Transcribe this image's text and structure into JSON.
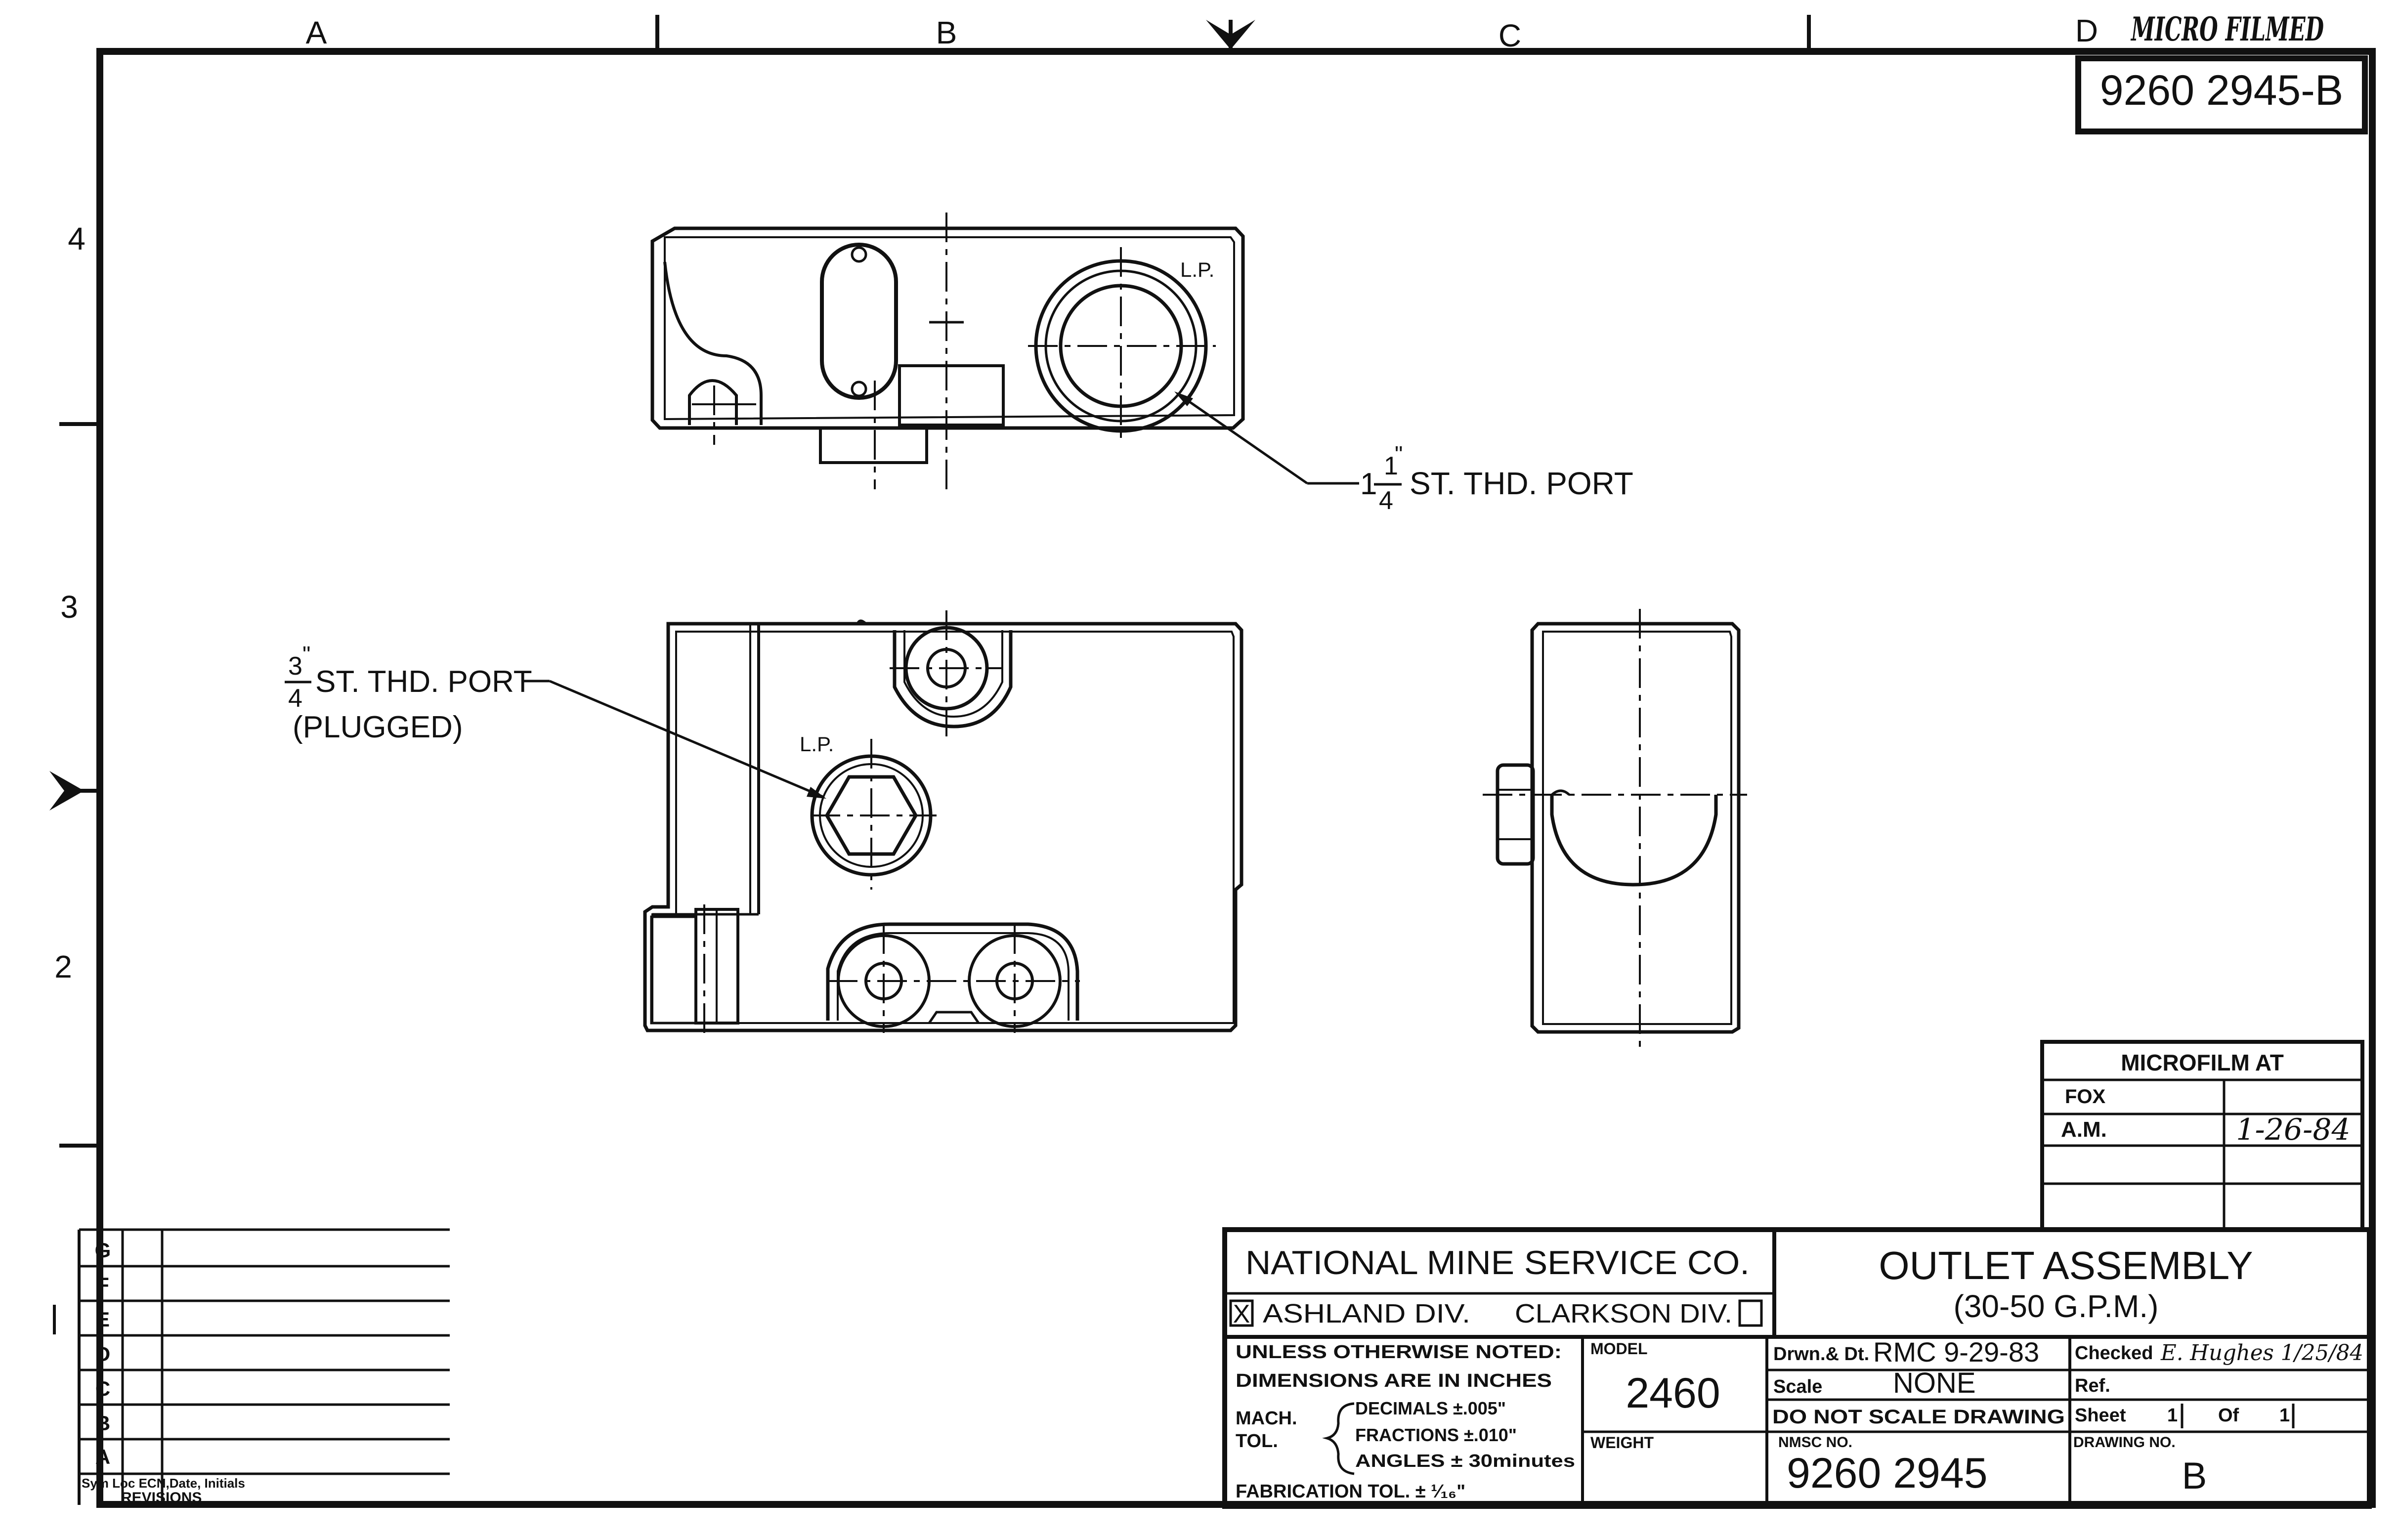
{
  "border": {
    "columns": [
      "A",
      "B",
      "C",
      "D"
    ],
    "rows": [
      "4",
      "3",
      "2"
    ]
  },
  "stamps": {
    "micro_filmed": "MICRO FILMED",
    "drawing_ref": "9260 2945-B"
  },
  "callouts": {
    "lp_top": "L.P.",
    "lp_front": "L.P.",
    "port_large_whole": "1",
    "port_large_num": "1",
    "port_large_inch": "\"",
    "port_large_den": "4",
    "port_large_text": "ST. THD. PORT",
    "port_small_num": "3",
    "port_small_inch": "\"",
    "port_small_den": "4",
    "port_small_text": "ST. THD. PORT",
    "port_small_note": "(PLUGGED)"
  },
  "microfilm": {
    "title": "MICROFILM  AT",
    "rows": [
      {
        "label": "FOX",
        "value": ""
      },
      {
        "label": "A.M.",
        "value": "1-26-84"
      },
      {
        "label": "",
        "value": ""
      }
    ]
  },
  "revisions": {
    "letters": [
      "G",
      "F",
      "E",
      "D",
      "C",
      "B",
      "A"
    ],
    "footer_cols": "Sym Loc  ECN,Date, Initials",
    "title": "REVISIONS"
  },
  "title_block": {
    "company": "NATIONAL MINE SERVICE CO.",
    "div_ashland_mark": "X",
    "div_ashland": "ASHLAND  DIV.",
    "div_clarkson": "CLARKSON DIV.",
    "title_line1": "OUTLET ASSEMBLY",
    "title_line2": "(30-50 G.P.M.)",
    "notes_line1": "UNLESS OTHERWISE NOTED:",
    "notes_line2": "DIMENSIONS  ARE  IN  INCHES",
    "mach": "MACH.",
    "tol": "TOL.",
    "decimals": "DECIMALS ±.005\"",
    "fractions": "FRACTIONS ±.010\"",
    "angles": "ANGLES ± 30minutes",
    "fabrication": "FABRICATION TOL.  ± ¹⁄₁₆\"",
    "model_label": "MODEL",
    "model_value": "2460",
    "weight_label": "WEIGHT",
    "drawn_label": "Drwn.& Dt.",
    "drawn_value": "RMC 9-29-83",
    "scale_label": "Scale",
    "scale_value": "NONE",
    "do_not_scale": "DO  NOT  SCALE  DRAWING",
    "checked_label": "Checked",
    "checked_value": "E. Hughes 1/25/84",
    "ref_label": "Ref.",
    "sheet_label": "Sheet",
    "sheet_value": "1",
    "of_label": "Of",
    "of_value": "1",
    "nmsc_label": "NMSC  NO.",
    "nmsc_value": "9260 2945",
    "drawing_label": "DRAWING NO.",
    "drawing_value": "B"
  }
}
